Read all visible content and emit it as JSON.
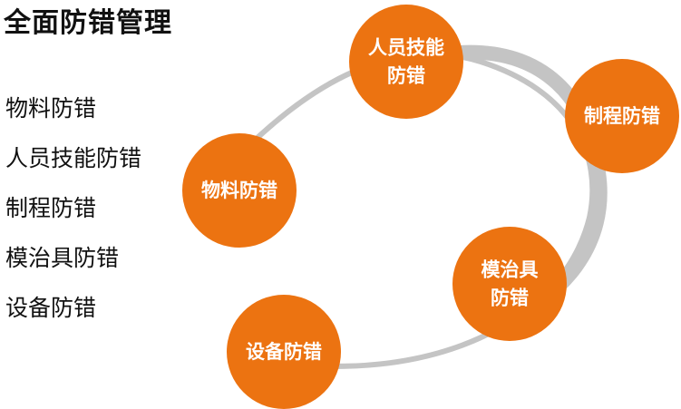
{
  "title": "全面防错管理",
  "list": [
    "物料防错",
    "人员技能防错",
    "制程防错",
    "模治具防错",
    "设备防错"
  ],
  "colors": {
    "node_fill": "#ec7311",
    "ring": "#c4c4c4",
    "text": "#111111"
  },
  "nodes": [
    {
      "label": "人员技能防错",
      "lines": [
        "人员技能",
        "防错"
      ]
    },
    {
      "label": "制程防错",
      "lines": [
        "制程防错"
      ]
    },
    {
      "label": "模治具防错",
      "lines": [
        "模治具",
        "防错"
      ]
    },
    {
      "label": "设备防错",
      "lines": [
        "设备防错"
      ]
    },
    {
      "label": "物料防错",
      "lines": [
        "物料防错"
      ]
    }
  ]
}
